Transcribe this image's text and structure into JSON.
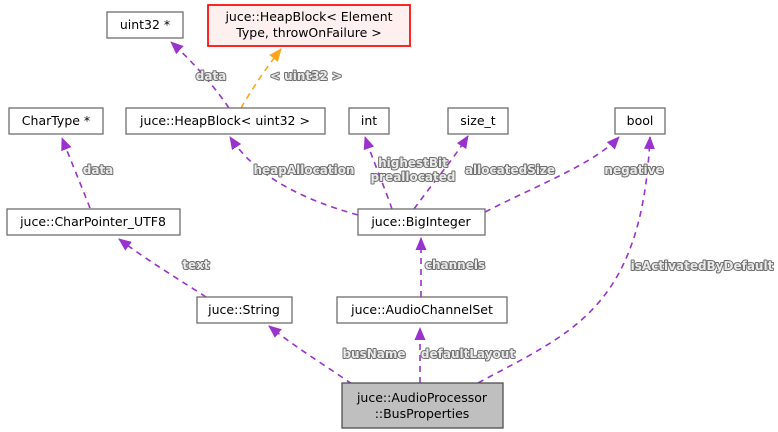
{
  "diagram": {
    "type": "collaboration-graph",
    "colors": {
      "background": "#ffffff",
      "member_edge": "#9a32cd",
      "template_edge": "#ffa41b",
      "node_fill": "#ffffff",
      "node_border": "#6e6e6e",
      "template_node_fill": "#fff0f0",
      "template_node_border": "#ff0000",
      "focus_node_fill": "#bfbfbf",
      "edge_label_color": "#6d6d6d",
      "node_text_color": "#000000"
    },
    "nodes": {
      "uint32_ptr": {
        "label": "uint32 *"
      },
      "heapblock_template": {
        "line1": "juce::HeapBlock< Element",
        "line2": "Type, throwOnFailure >"
      },
      "chartype_ptr": {
        "label": "CharType *"
      },
      "heapblock_uint32": {
        "label": "juce::HeapBlock< uint32 >"
      },
      "int_type": {
        "label": "int"
      },
      "size_t_type": {
        "label": "size_t"
      },
      "bool_type": {
        "label": "bool"
      },
      "charpointer_utf8": {
        "label": "juce::CharPointer_UTF8"
      },
      "biginteger": {
        "label": "juce::BigInteger"
      },
      "string": {
        "label": "juce::String"
      },
      "audiochannelset": {
        "label": "juce::AudioChannelSet"
      },
      "busproperties": {
        "line1": "juce::AudioProcessor",
        "line2": "::BusProperties"
      }
    },
    "edge_labels": {
      "data_top": "data",
      "template_instance": "< uint32 >",
      "data_left": "data",
      "heap_allocation": "heapAllocation",
      "highest_bit": "highestBit",
      "preallocated": "preallocated",
      "allocated_size": "allocatedSize",
      "negative": "negative",
      "text": "text",
      "channels": "channels",
      "is_activated_by_default": "isActivatedByDefault",
      "bus_name": "busName",
      "default_layout": "defaultLayout"
    }
  }
}
